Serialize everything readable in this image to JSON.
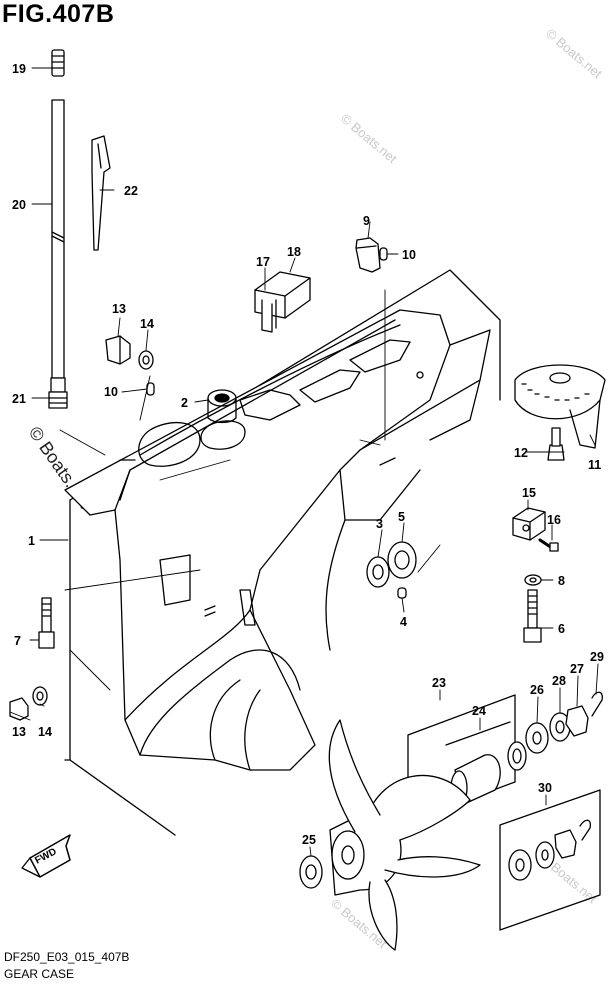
{
  "figure": {
    "title": "FIG.407B",
    "code": "DF250_E03_015_407B",
    "name": "GEAR CASE",
    "watermark": "© Boats.net",
    "fwd_label": "FWD"
  },
  "callouts": [
    {
      "id": "c1",
      "label": "1"
    },
    {
      "id": "c2",
      "label": "2"
    },
    {
      "id": "c3",
      "label": "3"
    },
    {
      "id": "c4",
      "label": "4"
    },
    {
      "id": "c5",
      "label": "5"
    },
    {
      "id": "c6",
      "label": "6"
    },
    {
      "id": "c7",
      "label": "7"
    },
    {
      "id": "c8",
      "label": "8"
    },
    {
      "id": "c9",
      "label": "9"
    },
    {
      "id": "c10a",
      "label": "10"
    },
    {
      "id": "c10b",
      "label": "10"
    },
    {
      "id": "c11",
      "label": "11"
    },
    {
      "id": "c12",
      "label": "12"
    },
    {
      "id": "c13a",
      "label": "13"
    },
    {
      "id": "c13b",
      "label": "13"
    },
    {
      "id": "c14a",
      "label": "14"
    },
    {
      "id": "c14b",
      "label": "14"
    },
    {
      "id": "c15",
      "label": "15"
    },
    {
      "id": "c16",
      "label": "16"
    },
    {
      "id": "c17",
      "label": "17"
    },
    {
      "id": "c18",
      "label": "18"
    },
    {
      "id": "c19",
      "label": "19"
    },
    {
      "id": "c20",
      "label": "20"
    },
    {
      "id": "c21",
      "label": "21"
    },
    {
      "id": "c22",
      "label": "22"
    },
    {
      "id": "c23",
      "label": "23"
    },
    {
      "id": "c24",
      "label": "24"
    },
    {
      "id": "c25",
      "label": "25"
    },
    {
      "id": "c26",
      "label": "26"
    },
    {
      "id": "c27",
      "label": "27"
    },
    {
      "id": "c28",
      "label": "28"
    },
    {
      "id": "c29",
      "label": "29"
    },
    {
      "id": "c30",
      "label": "30"
    }
  ]
}
